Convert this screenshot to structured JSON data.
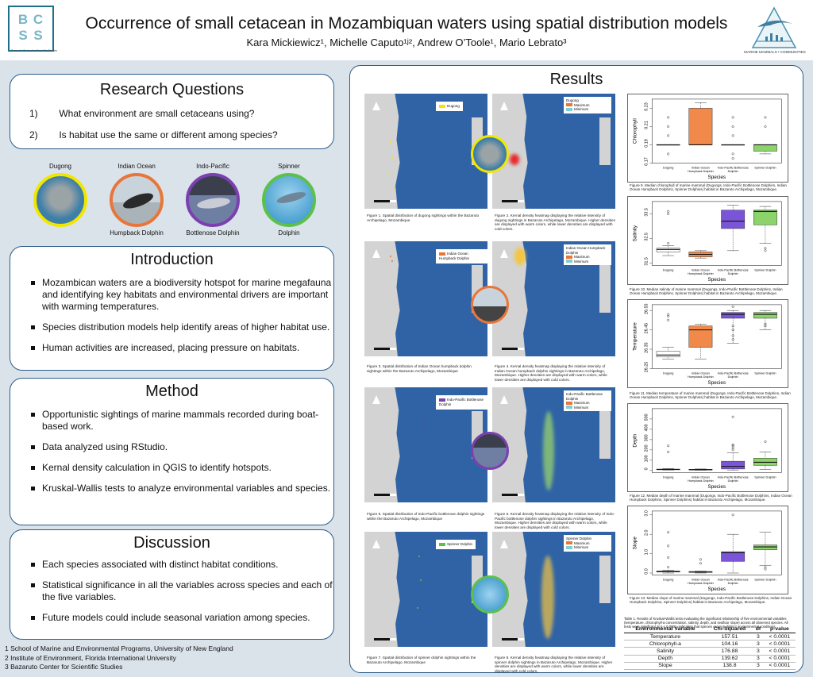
{
  "header": {
    "logo_letters": [
      "B",
      "C",
      "S",
      "S"
    ],
    "logo_subtitle": "Bazaruto Center for Scientific Studies",
    "title": "Occurrence of small cetacean in Mozambiquan waters using spatial distribution models",
    "authors": "Kara Mickiewicz¹, Michelle Caputo¹ʲ², Andrew O’Toole¹, Mario Lebrato³",
    "right_logo_text": "MARINE MAMMALS • COMMUNITIES"
  },
  "research_questions": {
    "title": "Research Questions",
    "items": [
      {
        "num": "1)",
        "text": "What environment are small cetaceans using?"
      },
      {
        "num": "2)",
        "text": "Is habitat use the same or different among species?"
      }
    ]
  },
  "species": [
    {
      "top": "Dugong",
      "bottom": "",
      "color": "#f2e600"
    },
    {
      "top": "Indian Ocean",
      "bottom": "Humpback Dolphin",
      "color": "#e8763a"
    },
    {
      "top": "Indo-Pacific",
      "bottom": "Bottlenose Dolphin",
      "color": "#7b3fb0"
    },
    {
      "top": "Spinner",
      "bottom": "Dolphin",
      "color": "#5cc14a"
    }
  ],
  "introduction": {
    "title": "Introduction",
    "items": [
      "Mozambican waters are a biodiversity hotspot for marine megafauna and identifying key habitats and environmental drivers are important with warming temperatures.",
      "Species distribution models help identify areas of higher habitat use.",
      "Human activities are increased, placing pressure on habitats."
    ]
  },
  "method": {
    "title": "Method",
    "items": [
      "Opportunistic sightings of marine mammals recorded during boat-based work.",
      "Data analyzed using RStudio.",
      "Kernal density calculation in QGIS to identify hotspots.",
      "Kruskal-Wallis tests to analyze environmental variables and species."
    ]
  },
  "discussion": {
    "title": "Discussion",
    "items": [
      "Each species associated with distinct habitat conditions.",
      "Statistical significance in all the variables across species and each of the five variables.",
      "Future models could include seasonal variation among species."
    ]
  },
  "affiliations": [
    "1 School of Marine and Environmental Programs, University of New England",
    "2 Institute of Environment, Florida International University",
    "3 Bazaruto Center for Scientific Studies"
  ],
  "results": {
    "title": "Results",
    "map_legends": {
      "dugong": "Dugong",
      "dugong_heat_title": "Dugong",
      "humpback": "Indian Ocean Humpback Dolphin",
      "humpback_heat_title": "Indian Ocean Humpback Dolphin",
      "bottlenose": "Indo-Pacific Bottlenose Dolphin",
      "bottlenose_heat_title": "Indo-Pacific Bottlenose Dolphin",
      "spinner": "Spinner Dolphin",
      "spinner_heat_title": "Spinner Dolphin",
      "maximum": "Maximum",
      "minimum": "Minimum"
    },
    "figure_captions": [
      "Figure 1. Spatial distribution of dugong sightings within the Bazaruto Archipelago, Mozambique.",
      "Figure 2. Kernal density heatmap displaying the relative intensity of dugong sightings in Bazaruto Archipelago, Mozambique. Higher densities are displayed with warm colors, while lower densities are displayed with cold colors.",
      "Figure 3. Spatial distribution of Indian Ocean humpback dolphin sightings within the Bazaruto Archipelago, Mozambique",
      "Figure 4. Kernal density heatmap displaying the relative intensity of Indian Ocean humpback dolphin sightings in Bazaruto Archipelago, Mozambique. Higher densities are displayed with warm colors, while lower densities are displayed with cold colors.",
      "Figure 5. Spatial distribution of Indo-Pacific bottlenose dolphin sightings within the Bazaruto Archipelago, Mozambique",
      "Figure 6. Kernal density heatmap displaying the relative intensity of Indo-Pacific bottlenose dolphin sightings in Bazaruto Archipelago, Mozambique. Higher densities are displayed with warm colors, while lower densities are displayed with cold colors.",
      "Figure 7. Spatial distribution of spinner dolphin sightings within the Bazaruto Archipelago, Mozambique",
      "Figure 8. Kernal density heatmap displaying the relative intensity of spinner dolphin sightings in Bazaruto Archipelago, Mozambique. Higher densities are displayed with warm colors, while lower densities are displayed with cold colors."
    ],
    "chart_captions": [
      "Figure 9. Median chlorophyll of marine mammal (Dugongs, Indo-Pacific Bottlenose Dolphins, Indian Ocean Humpback Dolphins, Spinner Dolphins) habitat in Bazaruto Archipelago, Mozambique.",
      "Figure 10. Median salinity of marine mammal (Dugongs, Indo-Pacific Bottlenose Dolphins, Indian Ocean Humpback Dolphins, Spinner Dolphins) habitat in Bazaruto Archipelago, Mozambique.",
      "Figure 11. Median temperature of marine mammal (Dugongs, Indo-Pacific Bottlenose Dolphins, Indian Ocean Humpback Dolphins, Spinner Dolphins) habitat in Bazaruto Archipelago, Mozambique.",
      "Figure 12. Median depth of marine mammal (Dugongs, Indo-Pacific Bottlenose Dolphins, Indian Ocean Humpback Dolphins, Spinner Dolphins) habitat in Bazaruto Archipelago, Mozambique.",
      "Figure 13. Median slope of marine mammal (Dugongs, Indo-Pacific Bottlenose Dolphins, Indian Ocean Humpback Dolphins, Spinner Dolphins) habitat in Bazaruto Archipelago, Mozambique."
    ],
    "table_caption": "Table 1. Results of Kruskal-Wallis tests evaluating the significant relationship of five environmental variables (temperature, chlorophyll-a concentration, salinity, depth, and seafloor slope) across all observed species. All tests were significant at p < 0.0001, indicating that species occur in distinct environmental conditions.",
    "table": {
      "headers": [
        "Environmental Variable",
        "Chi-Squared",
        "df",
        "p-value"
      ],
      "rows": [
        [
          "Temperature",
          "157.51",
          "3",
          "< 0.0001"
        ],
        [
          "Chlorophyll-a",
          "104.16",
          "3",
          "< 0.0001"
        ],
        [
          "Salinity",
          "176.88",
          "3",
          "< 0.0001"
        ],
        [
          "Depth",
          "139.62",
          "3",
          "< 0.0001"
        ],
        [
          "Slope",
          "138.8",
          "3",
          "< 0.0001"
        ]
      ]
    }
  },
  "chart_data": [
    {
      "type": "box",
      "ylabel": "Chlorophyll",
      "xlabel": "Species",
      "categories": [
        "Dugong",
        "Indian Ocean Humpback Dolphin",
        "Indo-Pacific Bottlenose Dolphin",
        "Spinner Dolphin"
      ],
      "colors": [
        "#ffffff",
        "#f0894a",
        "#7b55d8",
        "#8bd36a"
      ],
      "ylim": [
        0.17,
        0.24
      ],
      "ticks": [
        0.17,
        0.19,
        0.21,
        0.23
      ],
      "tick_labels": [
        "0.17",
        "0.19",
        "0.21",
        "0.23"
      ],
      "boxes": [
        {
          "min": 0.19,
          "q1": 0.19,
          "median": 0.19,
          "q3": 0.19,
          "max": 0.19,
          "outliers": [
            0.18,
            0.2,
            0.21,
            0.22
          ]
        },
        {
          "min": 0.19,
          "q1": 0.19,
          "median": 0.19,
          "q3": 0.23,
          "max": 0.236,
          "outliers": []
        },
        {
          "min": 0.19,
          "q1": 0.19,
          "median": 0.19,
          "q3": 0.19,
          "max": 0.19,
          "outliers": [
            0.175,
            0.18,
            0.2,
            0.21,
            0.22
          ]
        },
        {
          "min": 0.18,
          "q1": 0.183,
          "median": 0.19,
          "q3": 0.19,
          "max": 0.19,
          "outliers": [
            0.21,
            0.22
          ]
        }
      ]
    },
    {
      "type": "box",
      "ylabel": "Salinity",
      "xlabel": "Species",
      "categories": [
        "Dugong",
        "Indian Ocean Humpback Dolphin",
        "Indo-Pacific Bottlenose Dolphin",
        "Spinner Dolphin"
      ],
      "colors": [
        "#ffffff",
        "#f0894a",
        "#7b55d8",
        "#8bd36a"
      ],
      "ylim": [
        31.4,
        34.0
      ],
      "ticks": [
        31.5,
        32.5,
        33.5
      ],
      "tick_labels": [
        "31.5",
        "32.5",
        "33.5"
      ],
      "boxes": [
        {
          "min": 31.8,
          "q1": 31.95,
          "median": 32.05,
          "q3": 32.1,
          "max": 32.2,
          "outliers": [
            32.3,
            33.5,
            33.6
          ]
        },
        {
          "min": 31.7,
          "q1": 31.75,
          "median": 31.85,
          "q3": 31.95,
          "max": 32.0,
          "outliers": []
        },
        {
          "min": 32.0,
          "q1": 32.9,
          "median": 33.2,
          "q3": 33.65,
          "max": 33.85,
          "outliers": []
        },
        {
          "min": 32.3,
          "q1": 33.05,
          "median": 33.6,
          "q3": 33.65,
          "max": 33.8,
          "outliers": [
            32.0,
            32.1
          ]
        }
      ]
    },
    {
      "type": "box",
      "ylabel": "Temperature",
      "xlabel": "Species",
      "categories": [
        "Dugong",
        "Indian Ocean Humpback Dolphin",
        "Indo-Pacific Bottlenose Dolphin",
        "Spinner Dolphin"
      ],
      "colors": [
        "#ffffff",
        "#f0894a",
        "#7b55d8",
        "#8bd36a"
      ],
      "ylim": [
        26.25,
        26.58
      ],
      "ticks": [
        26.25,
        26.35,
        26.45,
        26.55
      ],
      "tick_labels": [
        "26.25",
        "26.35",
        "26.45",
        "26.55"
      ],
      "boxes": [
        {
          "min": 26.3,
          "q1": 26.31,
          "median": 26.32,
          "q3": 26.34,
          "max": 26.36,
          "outliers": [
            26.5,
            26.52,
            26.53
          ]
        },
        {
          "min": 26.3,
          "q1": 26.36,
          "median": 26.45,
          "q3": 26.47,
          "max": 26.48,
          "outliers": []
        },
        {
          "min": 26.38,
          "q1": 26.51,
          "median": 26.53,
          "q3": 26.54,
          "max": 26.55,
          "outliers": [
            26.4,
            26.42,
            26.45,
            26.47,
            26.57
          ]
        },
        {
          "min": 26.45,
          "q1": 26.51,
          "median": 26.53,
          "q3": 26.54,
          "max": 26.55,
          "outliers": [
            26.47,
            26.48
          ]
        }
      ]
    },
    {
      "type": "box",
      "ylabel": "Depth",
      "xlabel": "Species",
      "categories": [
        "Dugong",
        "Indian Ocean Humpback Dolphin",
        "Indo-Pacific Bottlenose Dolphin",
        "Spinner Dolphin"
      ],
      "colors": [
        "#ffffff",
        "#f0894a",
        "#7b55d8",
        "#8bd36a"
      ],
      "ylim": [
        -20,
        600
      ],
      "ticks": [
        0,
        100,
        200,
        300,
        400,
        500
      ],
      "tick_labels": [
        "0",
        "100",
        "200",
        "300",
        "400",
        "500"
      ],
      "boxes": [
        {
          "min": 5,
          "q1": 8,
          "median": 10,
          "q3": 14,
          "max": 20,
          "outliers": [
            180,
            240
          ]
        },
        {
          "min": 3,
          "q1": 6,
          "median": 8,
          "q3": 12,
          "max": 15,
          "outliers": []
        },
        {
          "min": 5,
          "q1": 15,
          "median": 40,
          "q3": 90,
          "max": 170,
          "outliers": [
            200,
            220,
            240,
            250,
            520
          ]
        },
        {
          "min": 10,
          "q1": 50,
          "median": 80,
          "q3": 120,
          "max": 180,
          "outliers": [
            280
          ]
        }
      ]
    },
    {
      "type": "box",
      "ylabel": "Slope",
      "xlabel": "Species",
      "categories": [
        "Dugong",
        "Indian Ocean Humpback Dolphin",
        "Indo-Pacific Bottlenose Dolphin",
        "Spinner Dolphin"
      ],
      "colors": [
        "#ffffff",
        "#f0894a",
        "#7b55d8",
        "#8bd36a"
      ],
      "ylim": [
        -0.1,
        3.2
      ],
      "ticks": [
        0.0,
        1.0,
        2.0,
        3.0
      ],
      "tick_labels": [
        "0.0",
        "1.0",
        "2.0",
        "3.0"
      ],
      "boxes": [
        {
          "min": 0.0,
          "q1": 0.05,
          "median": 0.08,
          "q3": 0.1,
          "max": 0.15,
          "outliers": [
            0.3,
            0.8,
            1.4,
            2.1
          ]
        },
        {
          "min": 0.0,
          "q1": 0.03,
          "median": 0.05,
          "q3": 0.08,
          "max": 0.1,
          "outliers": [
            0.5,
            0.7
          ]
        },
        {
          "min": 0.0,
          "q1": 0.6,
          "median": 1.05,
          "q3": 1.1,
          "max": 2.0,
          "outliers": [
            3.0
          ]
        },
        {
          "min": 0.4,
          "q1": 1.2,
          "median": 1.35,
          "q3": 1.45,
          "max": 2.1,
          "outliers": [
            0.2,
            0.3
          ]
        }
      ]
    }
  ]
}
